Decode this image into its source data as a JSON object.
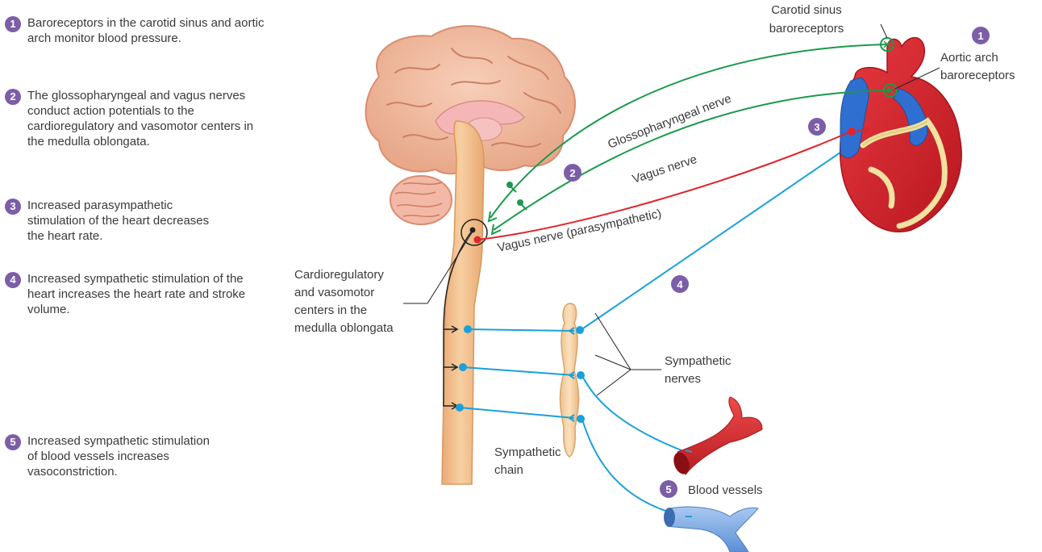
{
  "steps": [
    {
      "num": "1",
      "text": "Baroreceptors in the carotid sinus and aortic arch monitor blood pressure."
    },
    {
      "num": "2",
      "text": "The glossopharyngeal and vagus nerves conduct action potentials to the cardioregulatory and vasomotor centers in the medulla oblongata."
    },
    {
      "num": "3",
      "text": "Increased parasympathetic stimulation of the heart decreases the heart rate."
    },
    {
      "num": "4",
      "text": "Increased sympathetic stimulation of the heart increases the heart rate and stroke volume."
    },
    {
      "num": "5",
      "text": "Increased sympathetic stimulation of blood vessels increases vasoconstriction."
    }
  ],
  "labels": {
    "carotid_line1": "Carotid sinus",
    "carotid_line2": "baroreceptors",
    "aortic_line1": "Aortic arch",
    "aortic_line2": "baroreceptors",
    "glossopharyngeal": "Glossopharyngeal nerve",
    "vagus": "Vagus nerve",
    "vagus_para": "Vagus nerve (parasympathetic)",
    "centers_line1": "Cardioregulatory",
    "centers_line2": "and vasomotor",
    "centers_line3": "centers in the",
    "centers_line4": "medulla oblongata",
    "symp_nerves_line1": "Sympathetic",
    "symp_nerves_line2": "nerves",
    "symp_chain_line1": "Sympathetic",
    "symp_chain_line2": "chain",
    "blood_vessels": "Blood vessels"
  },
  "markers": {
    "m1": "1",
    "m2": "2",
    "m3": "3",
    "m4": "4",
    "m5": "5"
  },
  "colors": {
    "badge": "#7b5ea7",
    "glossopharyngeal_nerve": "#1a9a4a",
    "vagus_parasympathetic": "#e0242b",
    "sympathetic": "#1aa0dc",
    "spinal_cord": "#f2c08e"
  }
}
